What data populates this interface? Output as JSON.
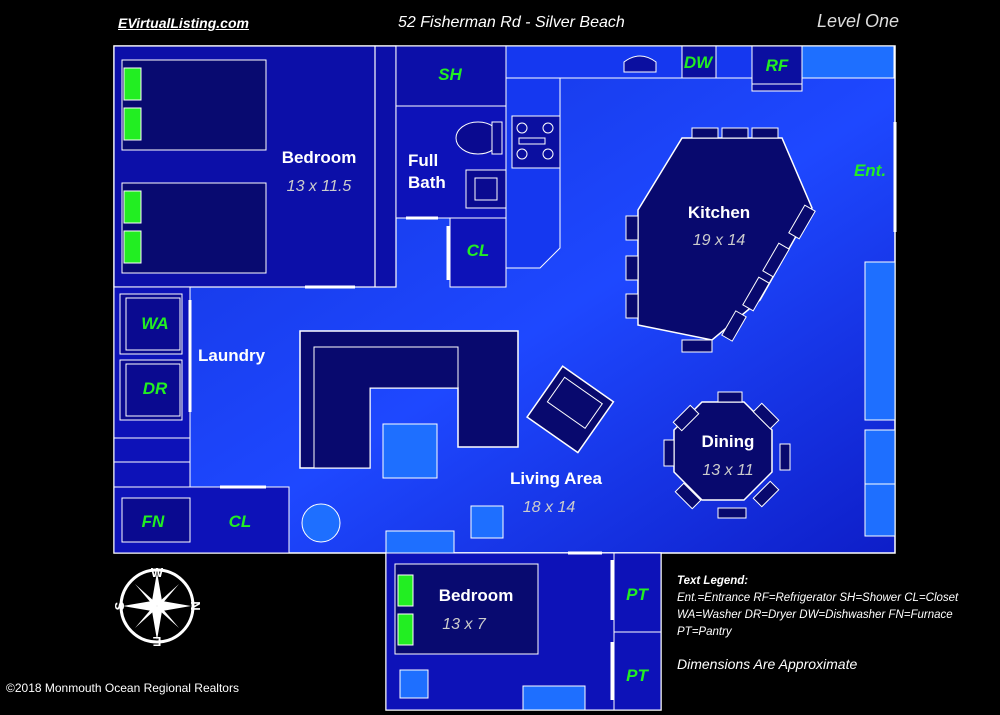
{
  "header": {
    "site": "EVirtualListing.com",
    "address": "52 Fisherman Rd - Silver Beach",
    "level": "Level One"
  },
  "rooms": {
    "bedroom1": {
      "name": "Bedroom",
      "dims": "13 x 11.5"
    },
    "bath": {
      "name_line1": "Full",
      "name_line2": "Bath"
    },
    "kitchen": {
      "name": "Kitchen",
      "dims": "19 x 14"
    },
    "laundry": {
      "name": "Laundry"
    },
    "living": {
      "name": "Living Area",
      "dims": "18 x 14"
    },
    "dining": {
      "name": "Dining",
      "dims": "13 x 11"
    },
    "bedroom2": {
      "name": "Bedroom",
      "dims": "13 x 7"
    }
  },
  "codes": {
    "sh": "SH",
    "dw": "DW",
    "rf": "RF",
    "ent": "Ent.",
    "cl_bath": "CL",
    "wa": "WA",
    "dr": "DR",
    "fn": "FN",
    "cl_laundry": "CL",
    "pt1": "PT",
    "pt2": "PT"
  },
  "compass": {
    "n": "W",
    "e": "N",
    "s": "E",
    "w": "S"
  },
  "legend": {
    "title": "Text Legend:",
    "line1": "Ent.=Entrance RF=Refrigerator SH=Shower CL=Closet",
    "line2": "WA=Washer DR=Dryer  DW=Dishwasher FN=Furnace",
    "line3": "PT=Pantry"
  },
  "note": "Dimensions Are Approximate",
  "copyright": "©2018 Monmouth Ocean Regional Realtors",
  "colors": {
    "floor_light": "#1a3cff",
    "floor_dark": "#0a0ac0",
    "furniture": "#08086a",
    "accent": "#22ee22",
    "blue_fixture": "#1e6fff"
  }
}
